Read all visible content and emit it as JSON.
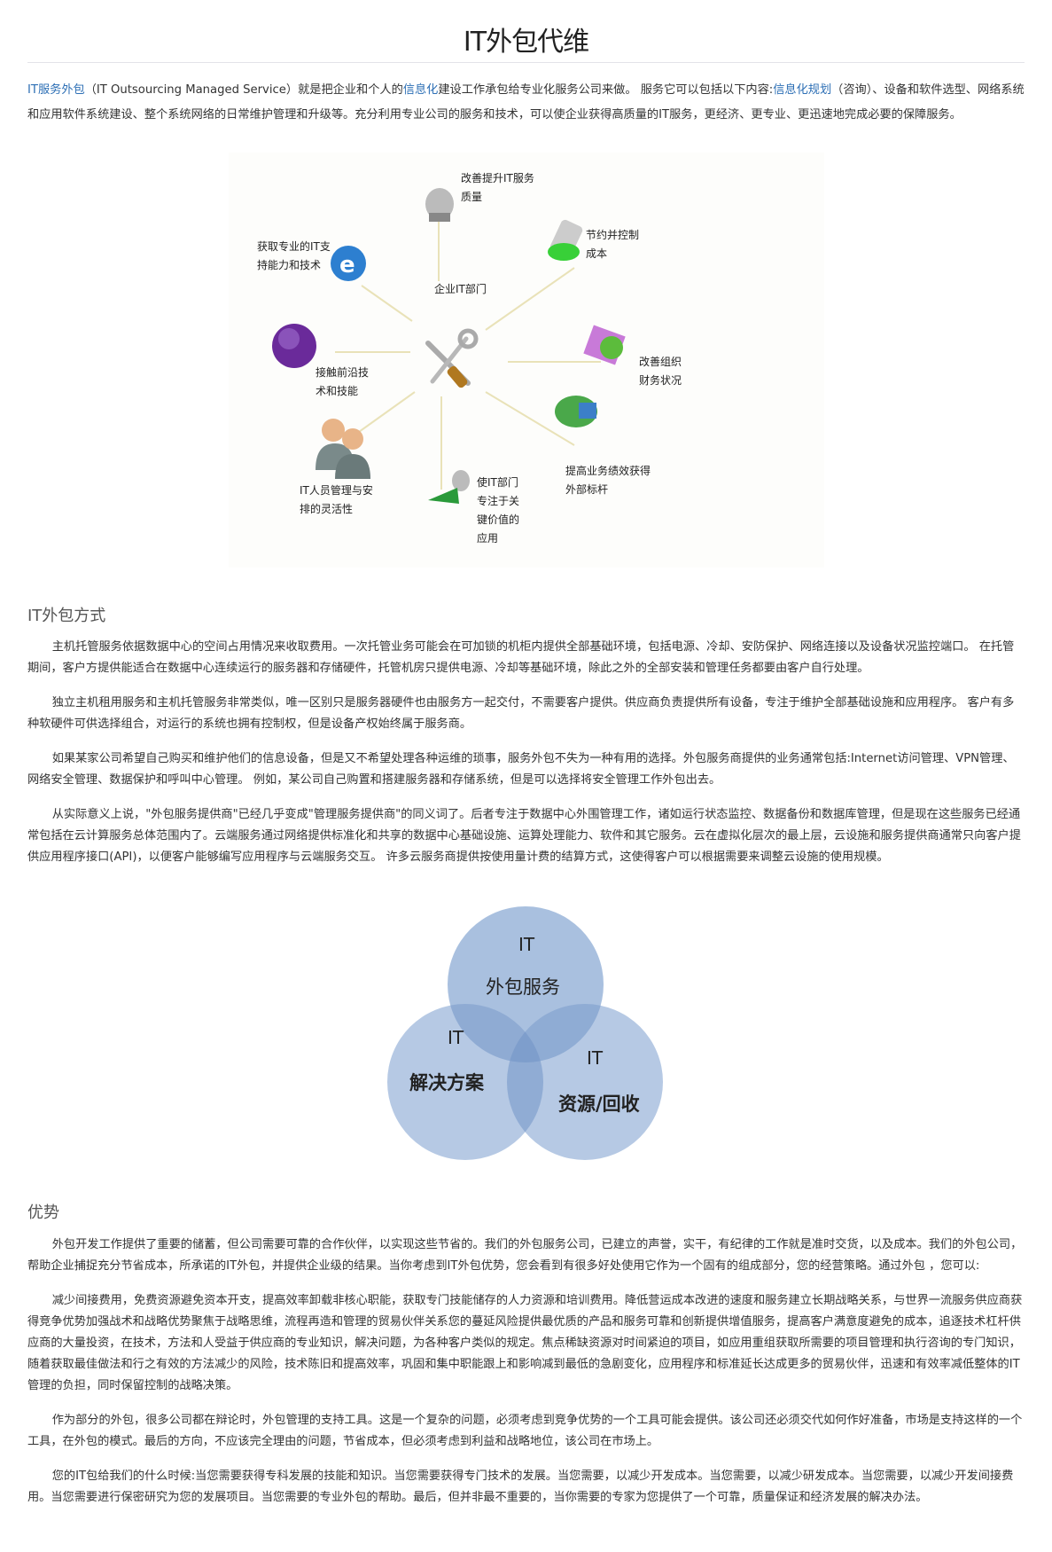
{
  "title": "IT外包代维",
  "intro": {
    "link1": "IT服务外包",
    "text1": "（IT Outsourcing Managed Service）就是把企业和个人的",
    "link2": "信息化",
    "text2": "建设工作承包给专业化服务公司来做。 服务它可以包括以下内容:",
    "link3": "信息化规划",
    "text3": "（咨询）、设备和软件选型、网络系统和应用软件系统建设、整个系统网络的日常维护管理和升级等。充分利用专业公司的服务和技术，可以使企业获得高质量的IT服务，更经济、更专业、更迅速地完成必要的保障服务。"
  },
  "diagram": {
    "center": "企业IT部门",
    "nodes": [
      {
        "l1": "改善提升IT服务",
        "l2": "质量"
      },
      {
        "l1": "节约并控制",
        "l2": "成本"
      },
      {
        "l1": "改善组织",
        "l2": "财务状况"
      },
      {
        "l1": "提高业务绩效获得",
        "l2": "外部标杆"
      },
      {
        "l1": "使IT部门",
        "l2": "专注于关",
        "l3": "键价值的",
        "l4": "应用"
      },
      {
        "l1": "IT人员管理与安",
        "l2": "排的灵活性"
      },
      {
        "l1": "接触前沿技",
        "l2": "术和技能"
      },
      {
        "l1": "获取专业的IT支",
        "l2": "持能力和技术"
      }
    ]
  },
  "section1": {
    "heading": "IT外包方式",
    "paragraphs": [
      "主机托管服务依据数据中心的空间占用情况来收取费用。一次托管业务可能会在可加锁的机柜内提供全部基础环境，包括电源、冷却、安防保护、网络连接以及设备状况监控端口。 在托管期间，客户方提供能适合在数据中心连续运行的服务器和存储硬件，托管机房只提供电源、冷却等基础环境，除此之外的全部安装和管理任务都要由客户自行处理。",
      "独立主机租用服务和主机托管服务非常类似，唯一区别只是服务器硬件也由服务方一起交付，不需要客户提供。供应商负责提供所有设备，专注于维护全部基础设施和应用程序。 客户有多种软硬件可供选择组合，对运行的系统也拥有控制权，但是设备产权始终属于服务商。",
      "如果某家公司希望自己购买和维护他们的信息设备，但是又不希望处理各种运维的琐事，服务外包不失为一种有用的选择。外包服务商提供的业务通常包括:Internet访问管理、VPN管理、网络安全管理、数据保护和呼叫中心管理。 例如，某公司自己购置和搭建服务器和存储系统，但是可以选择将安全管理工作外包出去。",
      "从实际意义上说，\"外包服务提供商\"已经几乎变成\"管理服务提供商\"的同义词了。后者专注于数据中心外围管理工作，诸如运行状态监控、数据备份和数据库管理，但是现在这些服务已经通常包括在云计算服务总体范围内了。云端服务通过网络提供标准化和共享的数据中心基础设施、运算处理能力、软件和其它服务。云在虚拟化层次的最上层，云设施和服务提供商通常只向客户提供应用程序接口(API)，以便客户能够编写应用程序与云端服务交互。 许多云服务商提供按使用量计费的结算方式，这使得客户可以根据需要来调整云设施的使用规模。"
    ]
  },
  "venn": {
    "top": {
      "l1": "IT",
      "l2": "外包服务"
    },
    "left": {
      "l1": "IT",
      "l2": "解决方案"
    },
    "right": {
      "l1": "IT",
      "l2": "资源/回收"
    }
  },
  "section2": {
    "heading": "优势",
    "paragraphs": [
      "外包开发工作提供了重要的储蓄，但公司需要可靠的合作伙伴，以实现这些节省的。我们的外包服务公司，已建立的声誉，实干，有纪律的工作就是准时交货，以及成本。我们的外包公司，帮助企业捕捉充分节省成本，所承诺的IT外包，并提供企业级的结果。当你考虑到IT外包优势，您会看到有很多好处使用它作为一个固有的组成部分，您的经营策略。通过外包 ，您可以:",
      "减少间接费用，免费资源避免资本开支，提高效率卸载非核心职能，获取专门技能储存的人力资源和培训费用。降低营运成本改进的速度和服务建立长期战略关系，与世界一流服务供应商获得竞争优势加强战术和战略优势聚焦于战略思维，流程再造和管理的贸易伙伴关系您的蔓延风险提供最优质的产品和服务可靠和创新提供增值服务，提高客户满意度避免的成本，追逐技术杠杆供应商的大量投资，在技术，方法和人受益于供应商的专业知识，解决问题，为各种客户类似的规定。焦点稀缺资源对时间紧迫的项目，如应用重组获取所需要的项目管理和执行咨询的专门知识，随着获取最佳做法和行之有效的方法减少的风险，技术陈旧和提高效率，巩固和集中职能跟上和影响减到最低的急剧变化，应用程序和标准延长达成更多的贸易伙伴，迅速和有效率减低整体的IT管理的负担，同时保留控制的战略决策。",
      "作为部分的外包，很多公司都在辩论时，外包管理的支持工具。这是一个复杂的问题，必须考虑到竞争优势的一个工具可能会提供。该公司还必须交代如何作好准备，市场是支持这样的一个工具，在外包的模式。最后的方向，不应该完全理由的问题，节省成本，但必须考虑到利益和战略地位，该公司在市场上。",
      "您的IT包给我们的什么时候:当您需要获得专科发展的技能和知识。当您需要获得专门技术的发展。当您需要，以减少开发成本。当您需要，以减少研发成本。当您需要，以减少开发间接费用。当您需要进行保密研究为您的发展项目。当您需要的专业外包的帮助。最后，但并非最不重要的，当你需要的专家为您提供了一个可靠，质量保证和经济发展的解决办法。"
    ]
  }
}
